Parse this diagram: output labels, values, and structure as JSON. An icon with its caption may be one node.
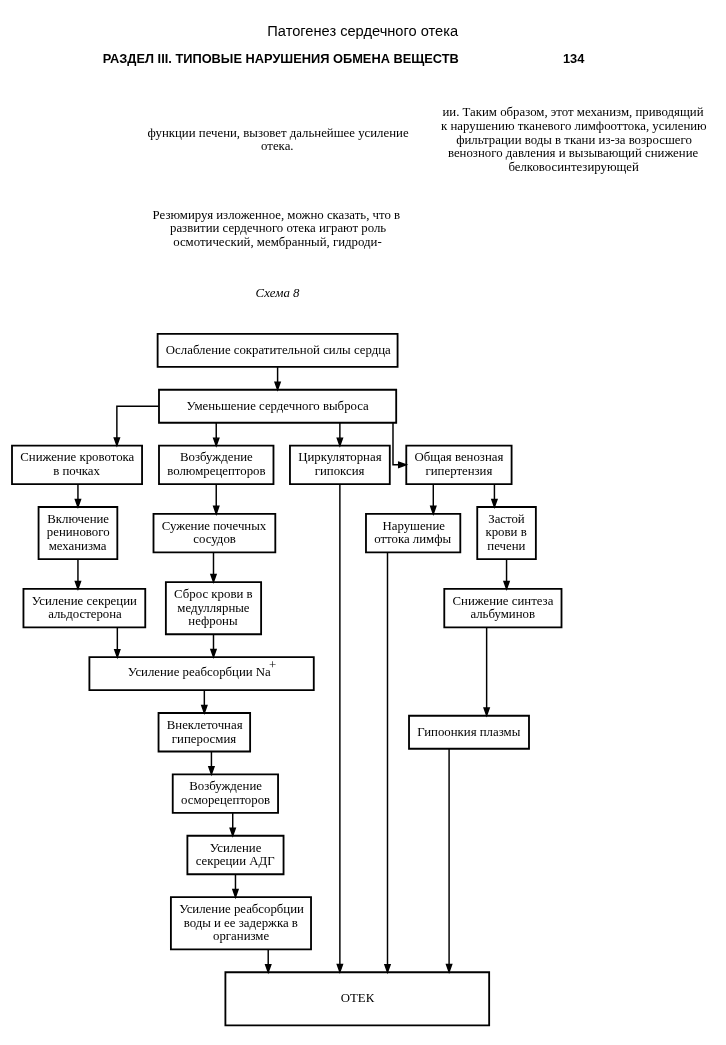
{
  "diagram": {
    "title": "Патогенез сердечного отека",
    "nodes": [
      {
        "text": [
          "Ослабление сократительной силы сердца"
        ]
      },
      {
        "text": [
          "Уменьшение сердечного выброса"
        ]
      },
      {
        "text": [
          "Снижение кровотока в почках"
        ]
      },
      {
        "text": [
          "Возбуждение волюмрецепторов"
        ]
      },
      {
        "text": [
          "Циркуляторная гипоксия"
        ]
      },
      {
        "text": [
          "Общая венозная гипертензия"
        ]
      },
      {
        "text": [
          "Включение ренинового механизма"
        ]
      },
      {
        "text": [
          "Сужение почечных сосудов"
        ]
      },
      {
        "text": [
          "Нарушение оттока лимфы"
        ]
      },
      {
        "text": [
          "Застой крови в печени"
        ]
      },
      {
        "text": [
          "Усиление секреции альдостерона"
        ]
      },
      {
        "text": [
          "Сброс крови в медуллярные нефроны"
        ]
      },
      {
        "text": [
          "Усиление реабсорбции Na$^{+}$"
        ]
      },
      {
        "text": [
          "Внеклеточная гиперосмия"
        ]
      },
      {
        "text": [
          "Возбуждение осморецепторов"
        ]
      },
      {
        "text": [
          "Усиление секреции АДГ"
        ]
      },
      {
        "text": [
          "Усиление реабсорбции воды и ее задержка в организме"
        ]
      },
      {
        "text": [
          "Снижение синтеза альбуминов"
        ]
      },
      {
        "text": [
          "Гипоонкия плазмы"
        ]
      },
      {
        "text": [
          "ОТЕК"
        ]
      }
    ],
    "edges": [
      {
        "from": 0,
        "to": 1,
        "arrow": "to"
      },
      {
        "from": 1,
        "to": 2,
        "arrow": "to"
      },
      {
        "from": 1,
        "to": 3,
        "arrow": "to"
      },
      {
        "from": 1,
        "to": 4,
        "arrow": "to"
      },
      {
        "from": 1,
        "to": 5,
        "arrow": "to"
      },
      {
        "from": 2,
        "to": 6,
        "arrow": "to"
      },
      {
        "from": 3,
        "to": 7,
        "arrow": "to"
      },
      {
        "from": 5,
        "to": 8,
        "arrow": "to"
      },
      {
        "from": 5,
        "to": 9,
        "arrow": "to"
      },
      {
        "from": 6,
        "to": 10,
        "arrow": "to"
      },
      {
        "from": 7,
        "to": 11,
        "arrow": "to"
      },
      {
        "from": 10,
        "to": 12,
        "arrow": "to"
      },
      {
        "from": 11,
        "to": 12,
        "arrow": "to"
      },
      {
        "from": 12,
        "to": 13,
        "arrow": "to"
      },
      {
        "from": 13,
        "to": 14,
        "arrow": "to"
      },
      {
        "from": 14,
        "to": 15,
        "arrow": "to"
      },
      {
        "from": 15,
        "to": 16,
        "arrow": "to"
      },
      {
        "from": 16,
        "to": 19,
        "arrow": "to"
      },
      {
        "from": 4,
        "to": 19,
        "arrow": "to"
      },
      {
        "from": 8,
        "to": 19,
        "arrow": "to"
      },
      {
        "from": 9,
        "to": 17,
        "arrow": "to"
      },
      {
        "from": 17,
        "to": 18,
        "arrow": "to"
      },
      {
        "from": 18,
        "to": 19,
        "arrow": "to"
      }
    ],
    "labels": [
      "134",
      "РАЗДЕЛ III. ТИПОВЫЕ НАРУШЕНИЯ ОБМЕНА ВЕЩЕСТВ",
      "ии. Таким образом, этот механизм, приводящий к нарушению тканевого лимфооттока, усилению фильтрации воды в ткани из-за возросшего венозного давления и вызывающий снижение белковосинтезирующей",
      "функции печени, вызовет дальнейшее усиление отека.",
      "Резюмируя изложенное, можно сказать, что в развитии сердечного отека играют роль осмотический, мембранный, гидроди-",
      "Схема 8"
    ]
  }
}
